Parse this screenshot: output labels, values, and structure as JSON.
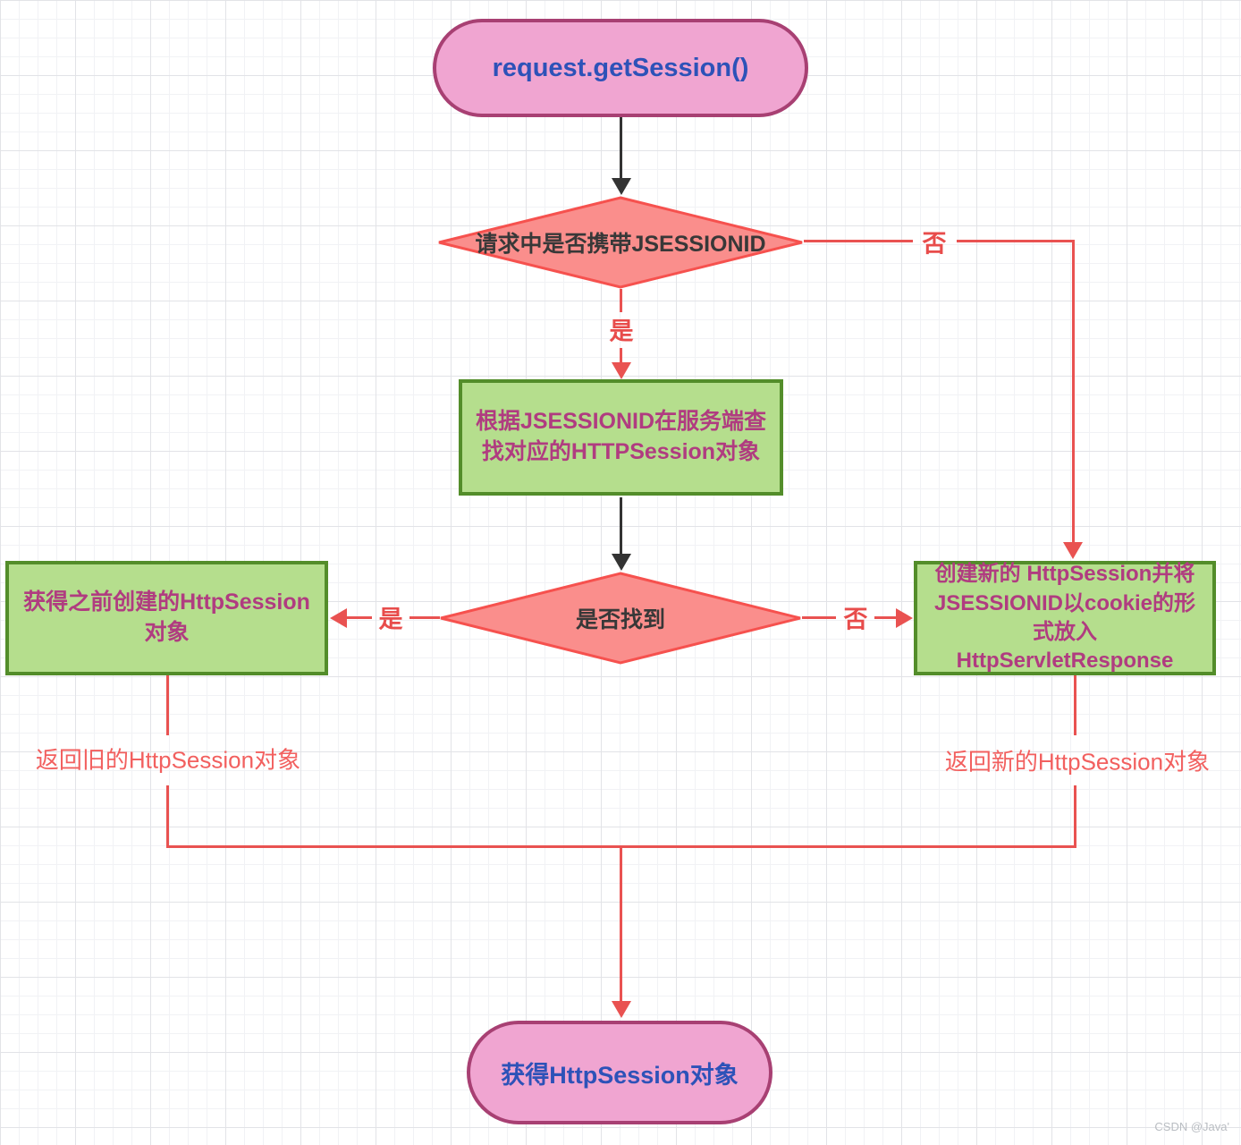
{
  "flowchart": {
    "nodes": {
      "start": "request.getSession()",
      "decision_has_jsessionid": "请求中是否携带JSESSIONID",
      "process_lookup": "根据JSESSIONID在服务端查找对应的HTTPSession对象",
      "decision_found": "是否找到",
      "process_get_old": "获得之前创建的HttpSession对象",
      "process_create_new": "创建新的 HttpSession并将JSESSIONID以cookie的形式放入HttpServletResponse",
      "end": "获得HttpSession对象"
    },
    "edge_labels": {
      "no_1": "否",
      "yes_1": "是",
      "yes_2": "是",
      "no_2": "否",
      "return_old": "返回旧的HttpSession对象",
      "return_new": "返回新的HttpSession对象"
    },
    "colors": {
      "terminal_fill": "#f0a5d1",
      "terminal_border": "#a84073",
      "terminal_text": "#2d52b8",
      "decision_fill": "#fa8e8c",
      "decision_border": "#f6514e",
      "decision_text": "#383838",
      "process_fill": "#b5de8d",
      "process_border": "#538d2a",
      "process_text": "#b03c80",
      "connector_red": "#e95251",
      "connector_black": "#333333",
      "edge_label_red": "#e84c4b",
      "flow_label_red": "#f2605f"
    }
  },
  "watermark": "CSDN @Java'"
}
